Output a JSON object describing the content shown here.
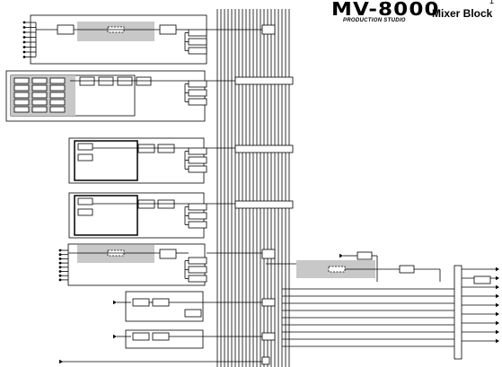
{
  "header": {
    "logo": "MV-8000",
    "sublogo": "PRODUCTION STUDIO",
    "title": "Mixer Block",
    "page_number": "1"
  }
}
